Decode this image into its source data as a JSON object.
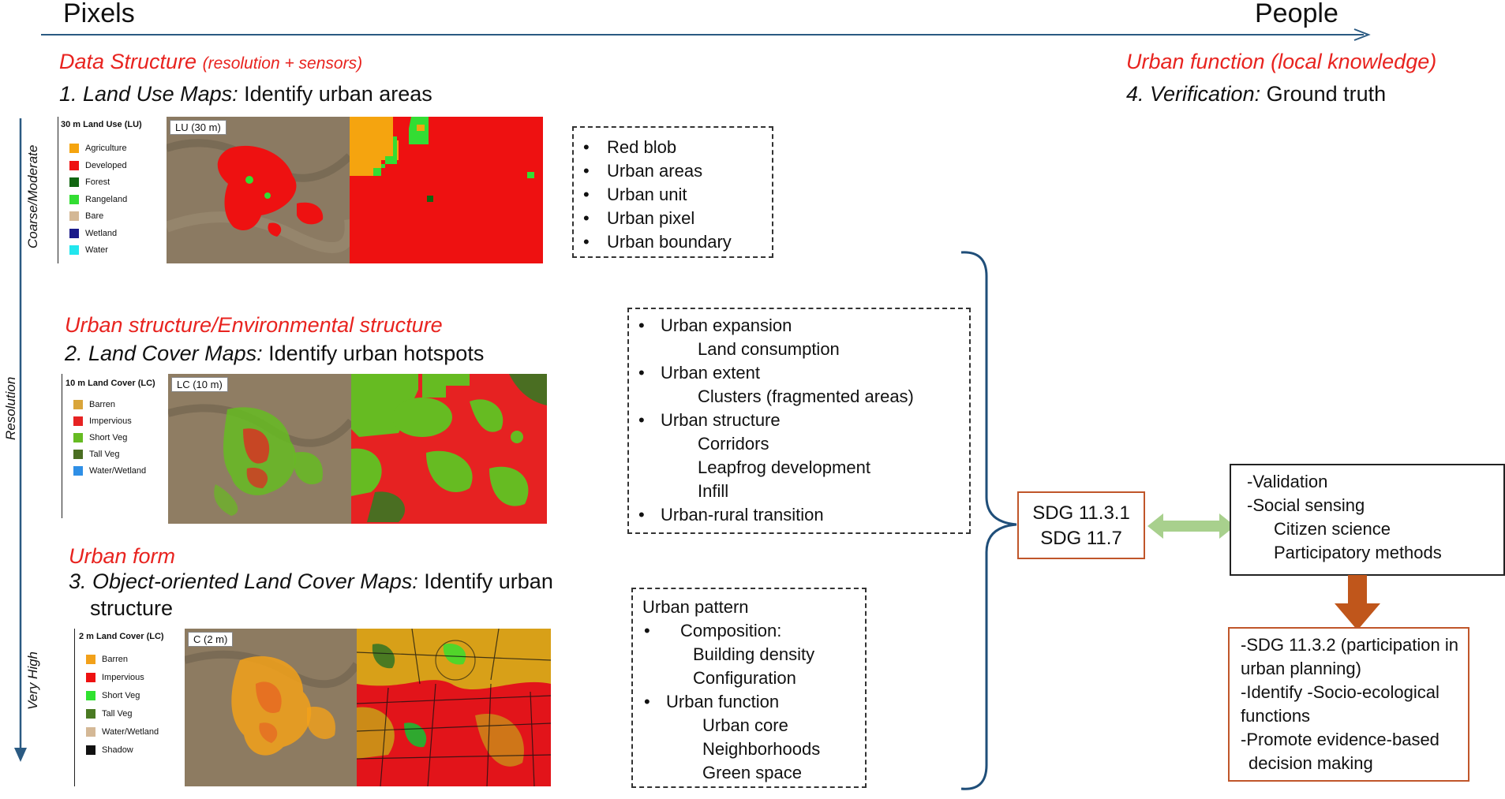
{
  "header": {
    "left": "Pixels",
    "right": "People"
  },
  "axis": {
    "coarse": "Coarse/Moderate",
    "resolution": "Resolution",
    "very_high": "Very High"
  },
  "section1": {
    "red_main": "Data Structure ",
    "red_paren": "(resolution + sensors)",
    "title_italic": "1. Land Use Maps:",
    "title_rest": " Identify urban areas",
    "legend_title": "30 m Land Use (LU)",
    "legend": [
      {
        "label": "Agriculture",
        "color": "#f5a40f"
      },
      {
        "label": "Developed",
        "color": "#ee1111"
      },
      {
        "label": "Forest",
        "color": "#116611"
      },
      {
        "label": "Rangeland",
        "color": "#33dd33"
      },
      {
        "label": "Bare",
        "color": "#d4b896"
      },
      {
        "label": "Wetland",
        "color": "#1a1a8a"
      },
      {
        "label": "Water",
        "color": "#22e6ee"
      }
    ],
    "map_label": "LU (30 m)",
    "bullets": [
      "Red blob",
      "Urban areas",
      "Urban unit",
      "Urban pixel",
      "Urban boundary"
    ]
  },
  "section2": {
    "red_title": "Urban structure/Environmental structure",
    "title_italic": "2. Land Cover Maps:",
    "title_rest": " Identify urban hotspots",
    "legend_title": "10 m Land Cover (LC)",
    "legend": [
      {
        "label": "Barren",
        "color": "#d9a53a"
      },
      {
        "label": "Impervious",
        "color": "#e62222"
      },
      {
        "label": "Short Veg",
        "color": "#66bb22"
      },
      {
        "label": "Tall Veg",
        "color": "#4a6e22"
      },
      {
        "label": "Water/Wetland",
        "color": "#2f8fe6"
      }
    ],
    "map_label": "LC (10 m)",
    "bullets": [
      {
        "text": "Urban expansion",
        "level": 0
      },
      {
        "text": "Land consumption",
        "level": 1
      },
      {
        "text": "Urban extent",
        "level": 0
      },
      {
        "text": "Clusters (fragmented areas)",
        "level": 1
      },
      {
        "text": "Urban structure",
        "level": 0
      },
      {
        "text": "Corridors",
        "level": 1
      },
      {
        "text": "Leapfrog development",
        "level": 1
      },
      {
        "text": "Infill",
        "level": 1
      },
      {
        "text": "Urban-rural transition",
        "level": 0
      }
    ]
  },
  "section3": {
    "red_title": "Urban form",
    "title_italic": "3. Object-oriented Land Cover Maps:",
    "title_rest": " Identify urban",
    "title_line2": "structure",
    "legend_title": "2 m Land Cover (LC)",
    "legend": [
      {
        "label": "Barren",
        "color": "#f2a11a"
      },
      {
        "label": "Impervious",
        "color": "#ee1111"
      },
      {
        "label": "Short Veg",
        "color": "#2fe22f"
      },
      {
        "label": "Tall Veg",
        "color": "#4a7a22"
      },
      {
        "label": "Water/Wetland",
        "color": "#d4b896"
      },
      {
        "label": "Shadow",
        "color": "#111111"
      }
    ],
    "map_label": "C (2 m)",
    "bullets": [
      {
        "text": "Urban pattern",
        "level": -1
      },
      {
        "text": "Composition:",
        "level": 0
      },
      {
        "text": "Building density",
        "level": 1
      },
      {
        "text": "Configuration",
        "level": 1
      },
      {
        "text": "Urban function",
        "level": 0
      },
      {
        "text": "Urban core",
        "level": 1
      },
      {
        "text": "Neighborhoods",
        "level": 1
      },
      {
        "text": "Green space",
        "level": 1
      }
    ]
  },
  "section4": {
    "red_title": "Urban function (local knowledge)",
    "title_italic": "4. Verification:",
    "title_rest": " Ground truth"
  },
  "sdg": {
    "line1": "SDG 11.3.1",
    "line2": "SDG 11.7"
  },
  "validation_box": {
    "lines": [
      {
        "text": "-Validation",
        "indent": 0
      },
      {
        "text": "-Social sensing",
        "indent": 0
      },
      {
        "text": "Citizen science",
        "indent": 1
      },
      {
        "text": "Participatory methods",
        "indent": 1
      }
    ]
  },
  "outcome_box": {
    "lines": [
      {
        "text": "-SDG 11.3.2 (participation in",
        "indent": 0
      },
      {
        "text": "urban planning)",
        "indent": 0
      },
      {
        "text": "-Identify -Socio-ecological",
        "indent": 0
      },
      {
        "text": "functions",
        "indent": 0
      },
      {
        "text": "-Promote evidence-based",
        "indent": 0
      },
      {
        "text": "decision making",
        "indent": 1
      }
    ]
  },
  "colors": {
    "red": "#e8231f",
    "axis": "#2a5a82",
    "green_arrow": "#a8d08d",
    "orange_arrow": "#c0561b",
    "orange_border": "#c0562a"
  }
}
